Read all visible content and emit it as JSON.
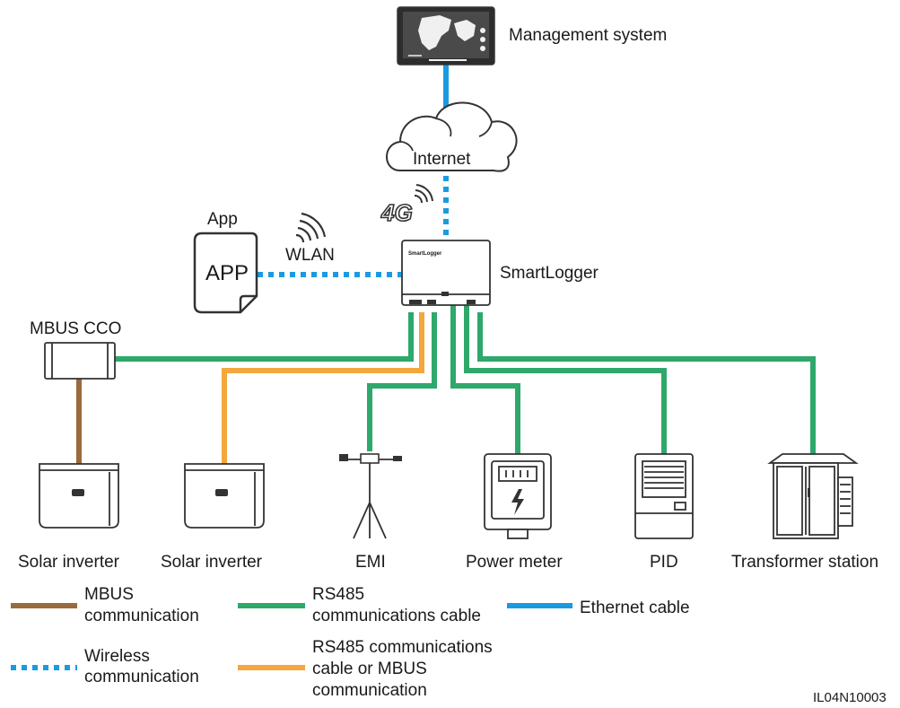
{
  "colors": {
    "mbus": "#9a6a3e",
    "rs485": "#2ea86b",
    "ethernet": "#1a9be0",
    "wireless": "#1a9be0",
    "rs485_or_mbus": "#f3a73c"
  },
  "nodes": {
    "management_system": "Management system",
    "internet": "Internet",
    "cellular": "4G",
    "app_title": "App",
    "app_icon_text": "APP",
    "wlan": "WLAN",
    "smartlogger": "SmartLogger",
    "smartlogger_brand": "SmartLogger",
    "mbus_cco": "MBUS CCO",
    "solar_inverter_1": "Solar inverter",
    "solar_inverter_2": "Solar inverter",
    "emi": "EMI",
    "power_meter": "Power meter",
    "pid": "PID",
    "transformer_station": "Transformer station"
  },
  "legend": {
    "mbus_line1": "MBUS",
    "mbus_line2": "communication",
    "rs485_line1": "RS485",
    "rs485_line2": "communications cable",
    "ethernet": "Ethernet cable",
    "wireless_line1": "Wireless",
    "wireless_line2": "communication",
    "rs485_mbus_line1": "RS485 communications",
    "rs485_mbus_line2": "cable or MBUS",
    "rs485_mbus_line3": "communication"
  },
  "figure_id": "IL04N10003"
}
